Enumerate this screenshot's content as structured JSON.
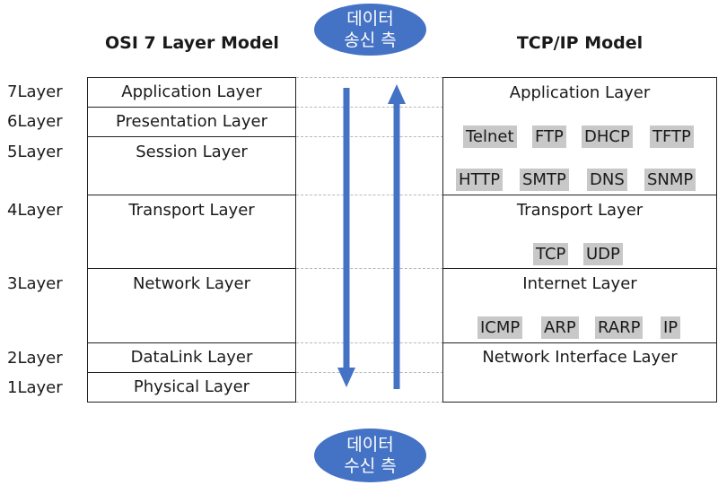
{
  "osi": {
    "title": "OSI 7 Layer Model",
    "layers": [
      {
        "num": "7Layer",
        "name": "Application Layer"
      },
      {
        "num": "6Layer",
        "name": "Presentation Layer"
      },
      {
        "num": "5Layer",
        "name": "Session Layer"
      },
      {
        "num": "4Layer",
        "name": "Transport Layer"
      },
      {
        "num": "3Layer",
        "name": "Network Layer"
      },
      {
        "num": "2Layer",
        "name": "DataLink Layer"
      },
      {
        "num": "1Layer",
        "name": "Physical Layer"
      }
    ]
  },
  "tcpip": {
    "title": "TCP/IP Model",
    "application": {
      "name": "Application Layer",
      "protocols_row1": [
        "Telnet",
        "FTP",
        "DHCP",
        "TFTP"
      ],
      "protocols_row2": [
        "HTTP",
        "SMTP",
        "DNS",
        "SNMP"
      ]
    },
    "transport": {
      "name": "Transport Layer",
      "protocols": [
        "TCP",
        "UDP"
      ]
    },
    "internet": {
      "name": "Internet Layer",
      "protocols": [
        "ICMP",
        "ARP",
        "RARP",
        "IP"
      ]
    },
    "network_interface": {
      "name": "Network Interface Layer"
    }
  },
  "sender": {
    "line1": "데이터",
    "line2": "송신 측"
  },
  "receiver": {
    "line1": "데이터",
    "line2": "수신 측"
  },
  "colors": {
    "accent": "#4472c4",
    "protocol_bg": "#c8c8c8",
    "dash": "#b8b8b8"
  }
}
